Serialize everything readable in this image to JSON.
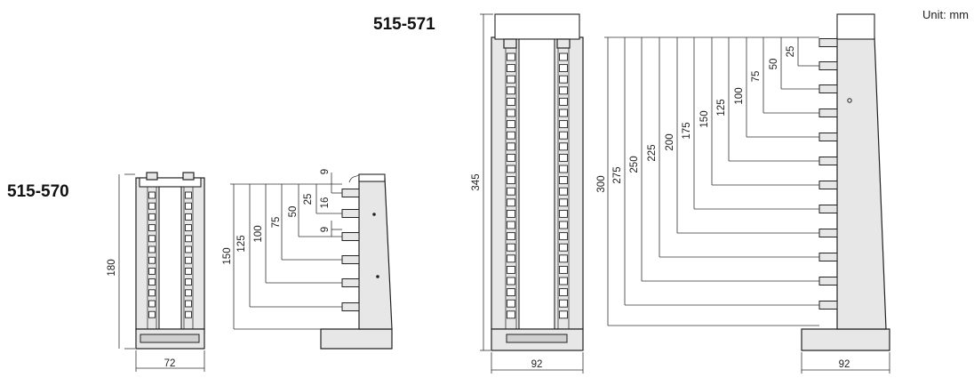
{
  "unit_label": "Unit: mm",
  "models": {
    "small": {
      "name": "515-570",
      "height": "180",
      "front_width": "72",
      "side_height": "150",
      "side_steps": [
        "125",
        "100",
        "75",
        "50",
        "25",
        "16",
        "9",
        "9"
      ]
    },
    "large": {
      "name": "515-571",
      "height": "345",
      "front_width": "92",
      "side_width": "92",
      "side_height": "300",
      "side_steps": [
        "275",
        "250",
        "225",
        "200",
        "175",
        "150",
        "125",
        "100",
        "75",
        "50",
        "25"
      ]
    }
  },
  "colors": {
    "outline": "#222222",
    "fill": "#e7e7e7",
    "slot": "#ffffff"
  }
}
